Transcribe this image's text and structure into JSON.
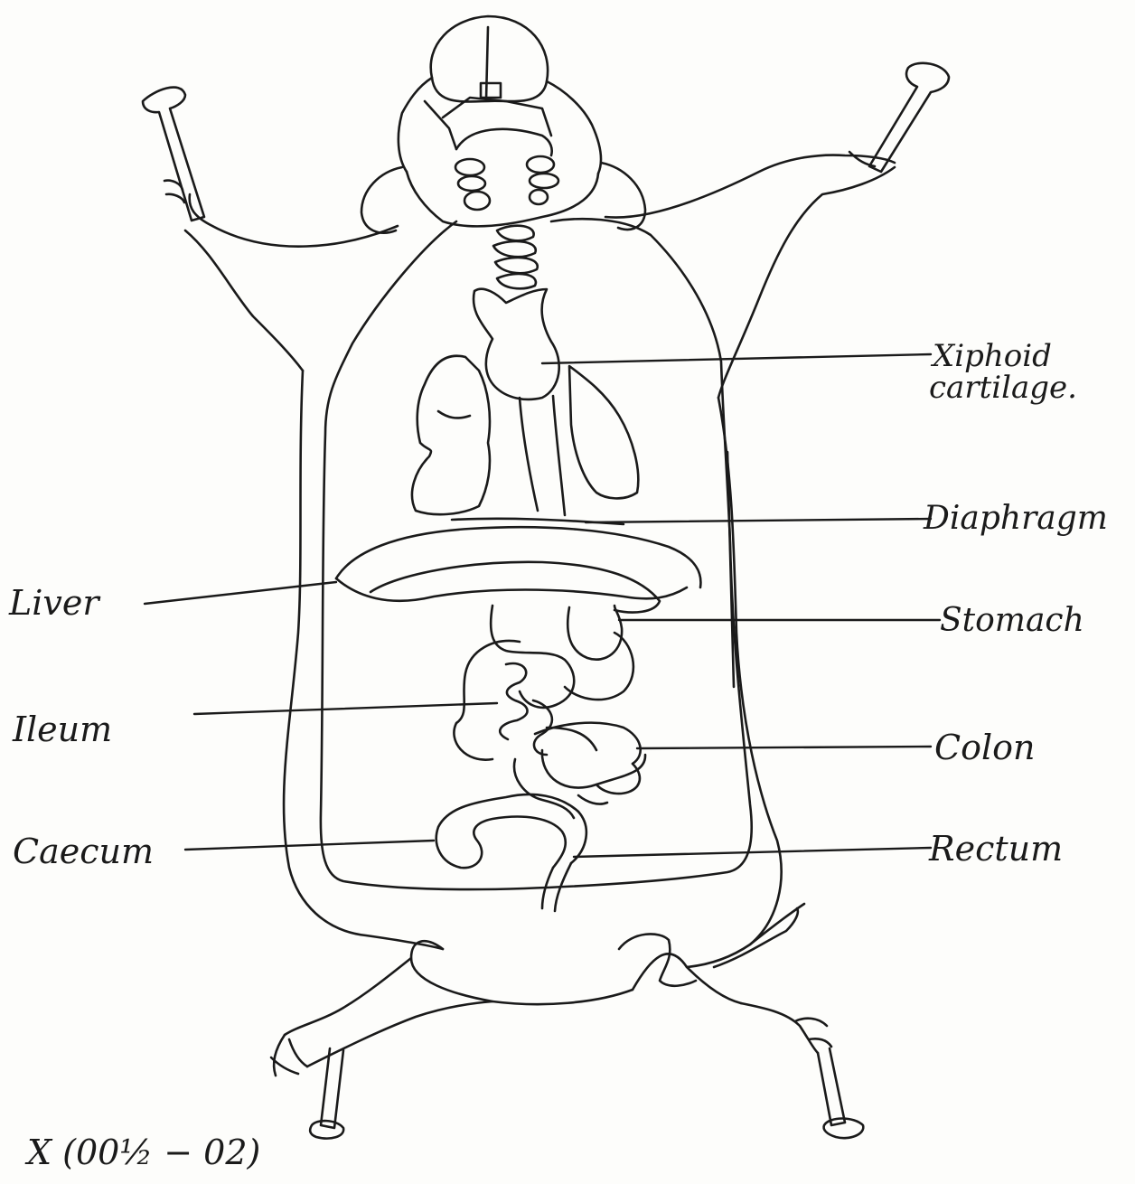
{
  "labels": {
    "xiphoid_line1": "Xiphoid",
    "xiphoid_line2": "cartilage.",
    "diaphragm": "Diaphragm",
    "liver": "Liver",
    "stomach": "Stomach",
    "ileum": "Ileum",
    "colon": "Colon",
    "caecum": "Caecum",
    "rectum": "Rectum"
  },
  "specimen_code": "X (00½ − 02)",
  "colors": {
    "ink": "#1a1a1a",
    "paper": "#fdfdfb"
  }
}
